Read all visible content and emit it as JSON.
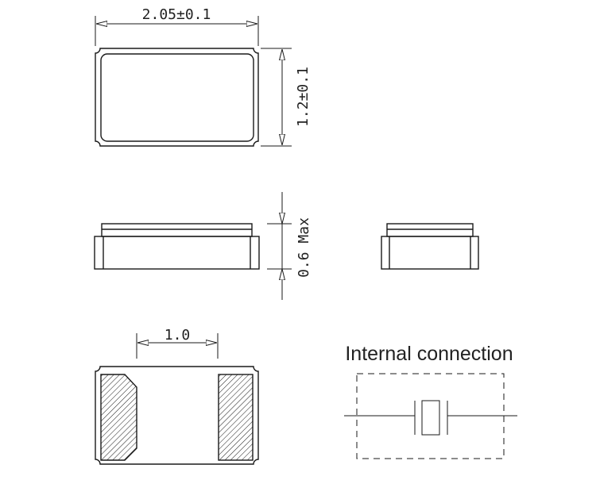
{
  "dimensions": {
    "length": "2.05±0.1",
    "width": "1.2±0.1",
    "height": "0.6 Max",
    "pad_gap": "1.0"
  },
  "internal_connection": {
    "title": "Internal connection"
  },
  "colors": {
    "line": "#1a1a1a",
    "background": "#ffffff"
  }
}
